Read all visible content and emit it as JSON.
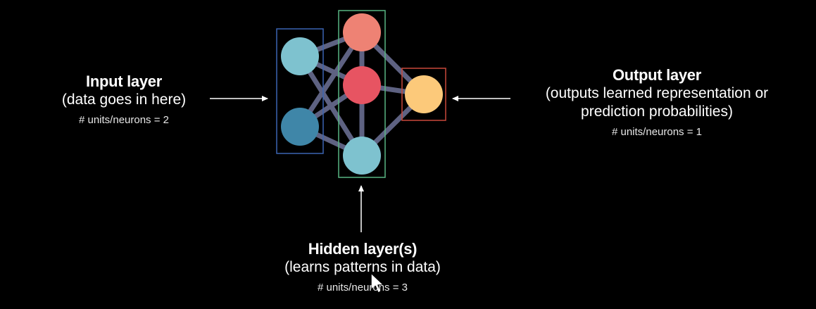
{
  "colors": {
    "background": "#000000",
    "text": "#ffffff",
    "edge": "#5e6282",
    "arrow": "#ffffff",
    "input_box": "#3b64b2",
    "hidden_box": "#58b682",
    "output_box": "#c9483a"
  },
  "layers": {
    "input": {
      "title": "Input layer",
      "description": "(data goes in here)",
      "units": "# units/neurons = 2",
      "neuron_colors": [
        "#7ec2cf",
        "#3f86a8"
      ]
    },
    "hidden": {
      "title": "Hidden layer(s)",
      "description": "(learns patterns in data)",
      "units": "# units/neurons = 3",
      "neuron_colors": [
        "#ee8274",
        "#e75462",
        "#7ec2cf"
      ]
    },
    "output": {
      "title": "Output layer",
      "description_line1": "(outputs learned representation or",
      "description_line2": "prediction probabilities)",
      "units": "# units/neurons = 1",
      "neuron_colors": [
        "#fcc97a"
      ]
    }
  },
  "cursor_icon": "mouse-pointer-icon"
}
